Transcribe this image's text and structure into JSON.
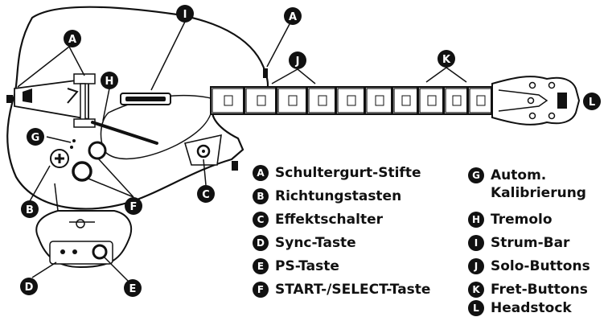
{
  "callouts": [
    "A",
    "A",
    "B",
    "C",
    "D",
    "E",
    "F",
    "G",
    "H",
    "I",
    "J",
    "K",
    "L"
  ],
  "legend": [
    {
      "letter": "A",
      "text": "Schultergurt-Stifte"
    },
    {
      "letter": "B",
      "text": "Richtungstasten"
    },
    {
      "letter": "C",
      "text": "Effektschalter"
    },
    {
      "letter": "D",
      "text": "Sync-Taste"
    },
    {
      "letter": "E",
      "text": "PS-Taste"
    },
    {
      "letter": "F",
      "text": "START-/SELECT-Taste"
    },
    {
      "letter": "G",
      "text": "Autom. Kalibrierung"
    },
    {
      "letter": "H",
      "text": "Tremolo"
    },
    {
      "letter": "I",
      "text": "Strum-Bar"
    },
    {
      "letter": "J",
      "text": "Solo-Buttons"
    },
    {
      "letter": "K",
      "text": "Fret-Buttons"
    },
    {
      "letter": "L",
      "text": "Headstock"
    }
  ]
}
